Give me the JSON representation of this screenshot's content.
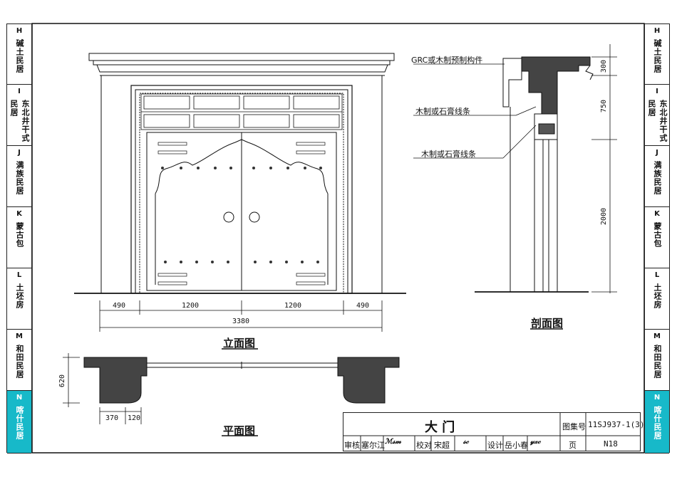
{
  "left_tabs": [
    {
      "code": "H",
      "name": "碱土民居"
    },
    {
      "code": "I",
      "name": "东北井干式民居"
    },
    {
      "code": "J",
      "name": "满族民居"
    },
    {
      "code": "K",
      "name": "蒙古包"
    },
    {
      "code": "L",
      "name": "土坯房"
    },
    {
      "code": "M",
      "name": "和田民居"
    },
    {
      "code": "N",
      "name": "喀什民居"
    }
  ],
  "active_tab": "N",
  "elevation": {
    "title": "立面图",
    "dims": {
      "d1": "490",
      "d2": "1200",
      "d3": "1200",
      "d4": "490",
      "total": "3380"
    }
  },
  "plan": {
    "title": "平面图",
    "dims": {
      "height": "620",
      "w1": "370",
      "w2": "120"
    }
  },
  "section": {
    "title": "剖面图",
    "labels": {
      "grc": "GRC或木制预制构件",
      "line1": "木制或石膏线条",
      "line2": "木制或石膏线条"
    },
    "dims": {
      "top": "300",
      "mid": "750",
      "bottom": "2000"
    }
  },
  "title_block": {
    "drawing_name": "大  门",
    "atlas_label": "图集号",
    "atlas_no": "11SJ937-1(3)",
    "review_label": "审核",
    "reviewer": "塞尔江",
    "check_label": "校对",
    "checker": "宋超",
    "design_label": "设计",
    "designer": "岳小春",
    "page_label": "页",
    "page_no": "N18"
  }
}
